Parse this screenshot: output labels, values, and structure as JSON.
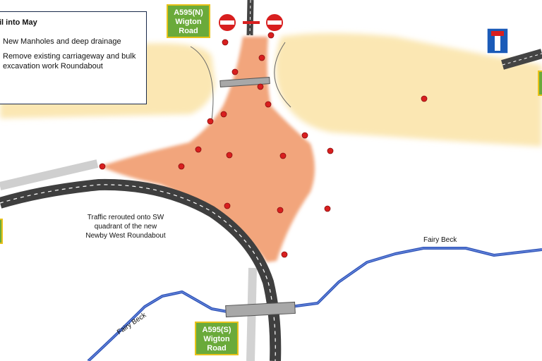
{
  "legend": {
    "title": "il into May",
    "items": [
      "New Manholes and deep drainage",
      "Remove existing carriageway and bulk excavation work Roundabout"
    ]
  },
  "road_labels": {
    "north": {
      "code": "A595(N)",
      "line1": "Wigton",
      "line2": "Road"
    },
    "south": {
      "code": "A595(S)",
      "line1": "Wigton",
      "line2": "Road"
    }
  },
  "annotations": {
    "reroute": [
      "Traffic rerouted onto SW",
      "quadrant of the new",
      "Newby West Roundabout"
    ],
    "beck_east": "Fairy Beck",
    "beck_west": "Fairy Beck"
  },
  "icons": {
    "no_entry": "no-entry-sign-icon",
    "dead_end": "dead-end-sign-icon"
  },
  "colors": {
    "works_area": "#f2a57c",
    "excavation_area": "#fbe7b3",
    "road": "#444444",
    "river": "#3a64c4",
    "manhole": "#d81f1f",
    "label_green": "#6aaa3a",
    "label_border": "#e8c21a"
  }
}
